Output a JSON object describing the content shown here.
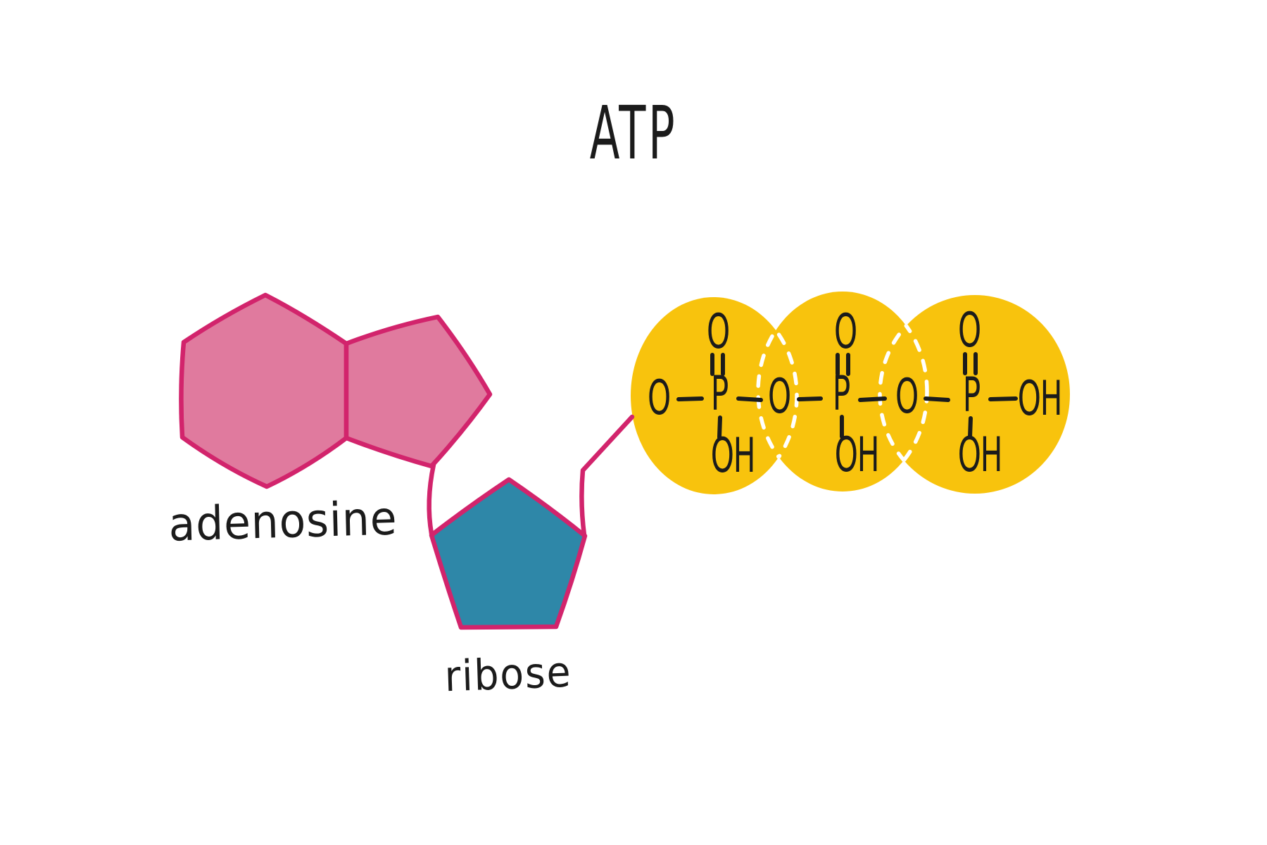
{
  "title": "ATP",
  "labels": {
    "adenosine": "adenosine",
    "ribose": "ribose"
  },
  "molecule": {
    "groups": [
      {
        "left_o": "O",
        "top_o": "O",
        "p": "P",
        "bottom_oh": "OH"
      },
      {
        "left_o": "O",
        "top_o": "O",
        "p": "P",
        "bottom_oh": "OH"
      },
      {
        "left_o": "O",
        "top_o": "O",
        "p": "P",
        "bottom_oh": "OH"
      }
    ],
    "terminal_oh": "OH"
  },
  "colors": {
    "adenosine_fill": "#e07a9e",
    "shape_outline": "#d2246c",
    "ribose_fill": "#2e87a8",
    "phosphate_fill": "#f8c30d",
    "overlap_dash": "#ffffff",
    "ink": "#1b1b1b",
    "background": "#ffffff"
  }
}
